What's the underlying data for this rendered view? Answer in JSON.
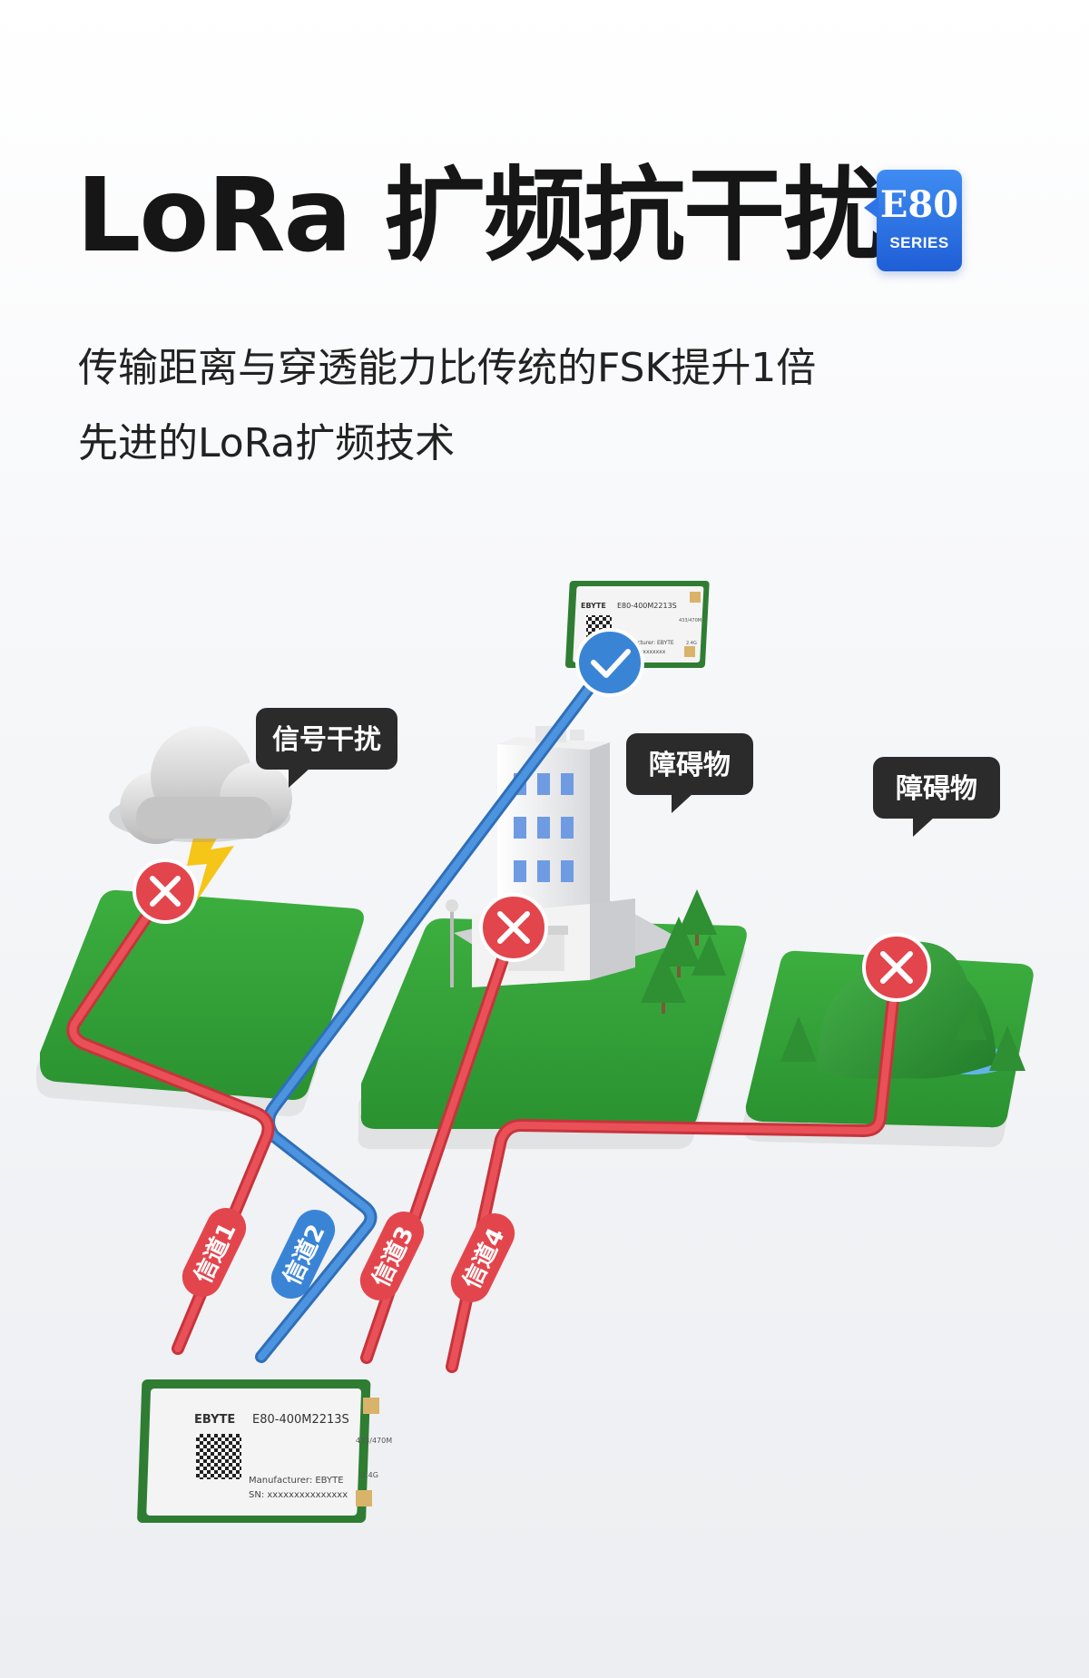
{
  "header": {
    "title": "LoRa 扩频抗干扰",
    "badge": {
      "model": "E80",
      "series": "SERIES"
    },
    "subtitle_1": "传输距离与穿透能力比传统的FSK提升1倍",
    "subtitle_2": "先进的LoRa扩频技术"
  },
  "labels": {
    "interference": "信号干扰",
    "obstacle_1": "障碍物",
    "obstacle_2": "障碍物"
  },
  "channels": [
    {
      "label": "信道1",
      "status": "blocked"
    },
    {
      "label": "信道2",
      "status": "success"
    },
    {
      "label": "信道3",
      "status": "blocked"
    },
    {
      "label": "信道4",
      "status": "blocked"
    }
  ],
  "module_top": {
    "brand": "EBYTE",
    "model": "E80-400M2213S",
    "freq": "433/470M",
    "band": "2.4G",
    "manufacturer": "Manufacturer: EBYTE",
    "sn": "xxxxxxxxxxxxxxx"
  },
  "module_bottom": {
    "brand": "EBYTE",
    "model": "E80-400M2213S",
    "freq": "433/470M",
    "band": "2.4G",
    "manufacturer": "Manufacturer: EBYTE",
    "sn": "SN: xxxxxxxxxxxxxxx"
  },
  "colors": {
    "red": "#e3454d",
    "blue": "#3a84d6",
    "grass": "#2f9c35",
    "callout": "#2b2b2b",
    "pcb": "#3e8f3e"
  }
}
